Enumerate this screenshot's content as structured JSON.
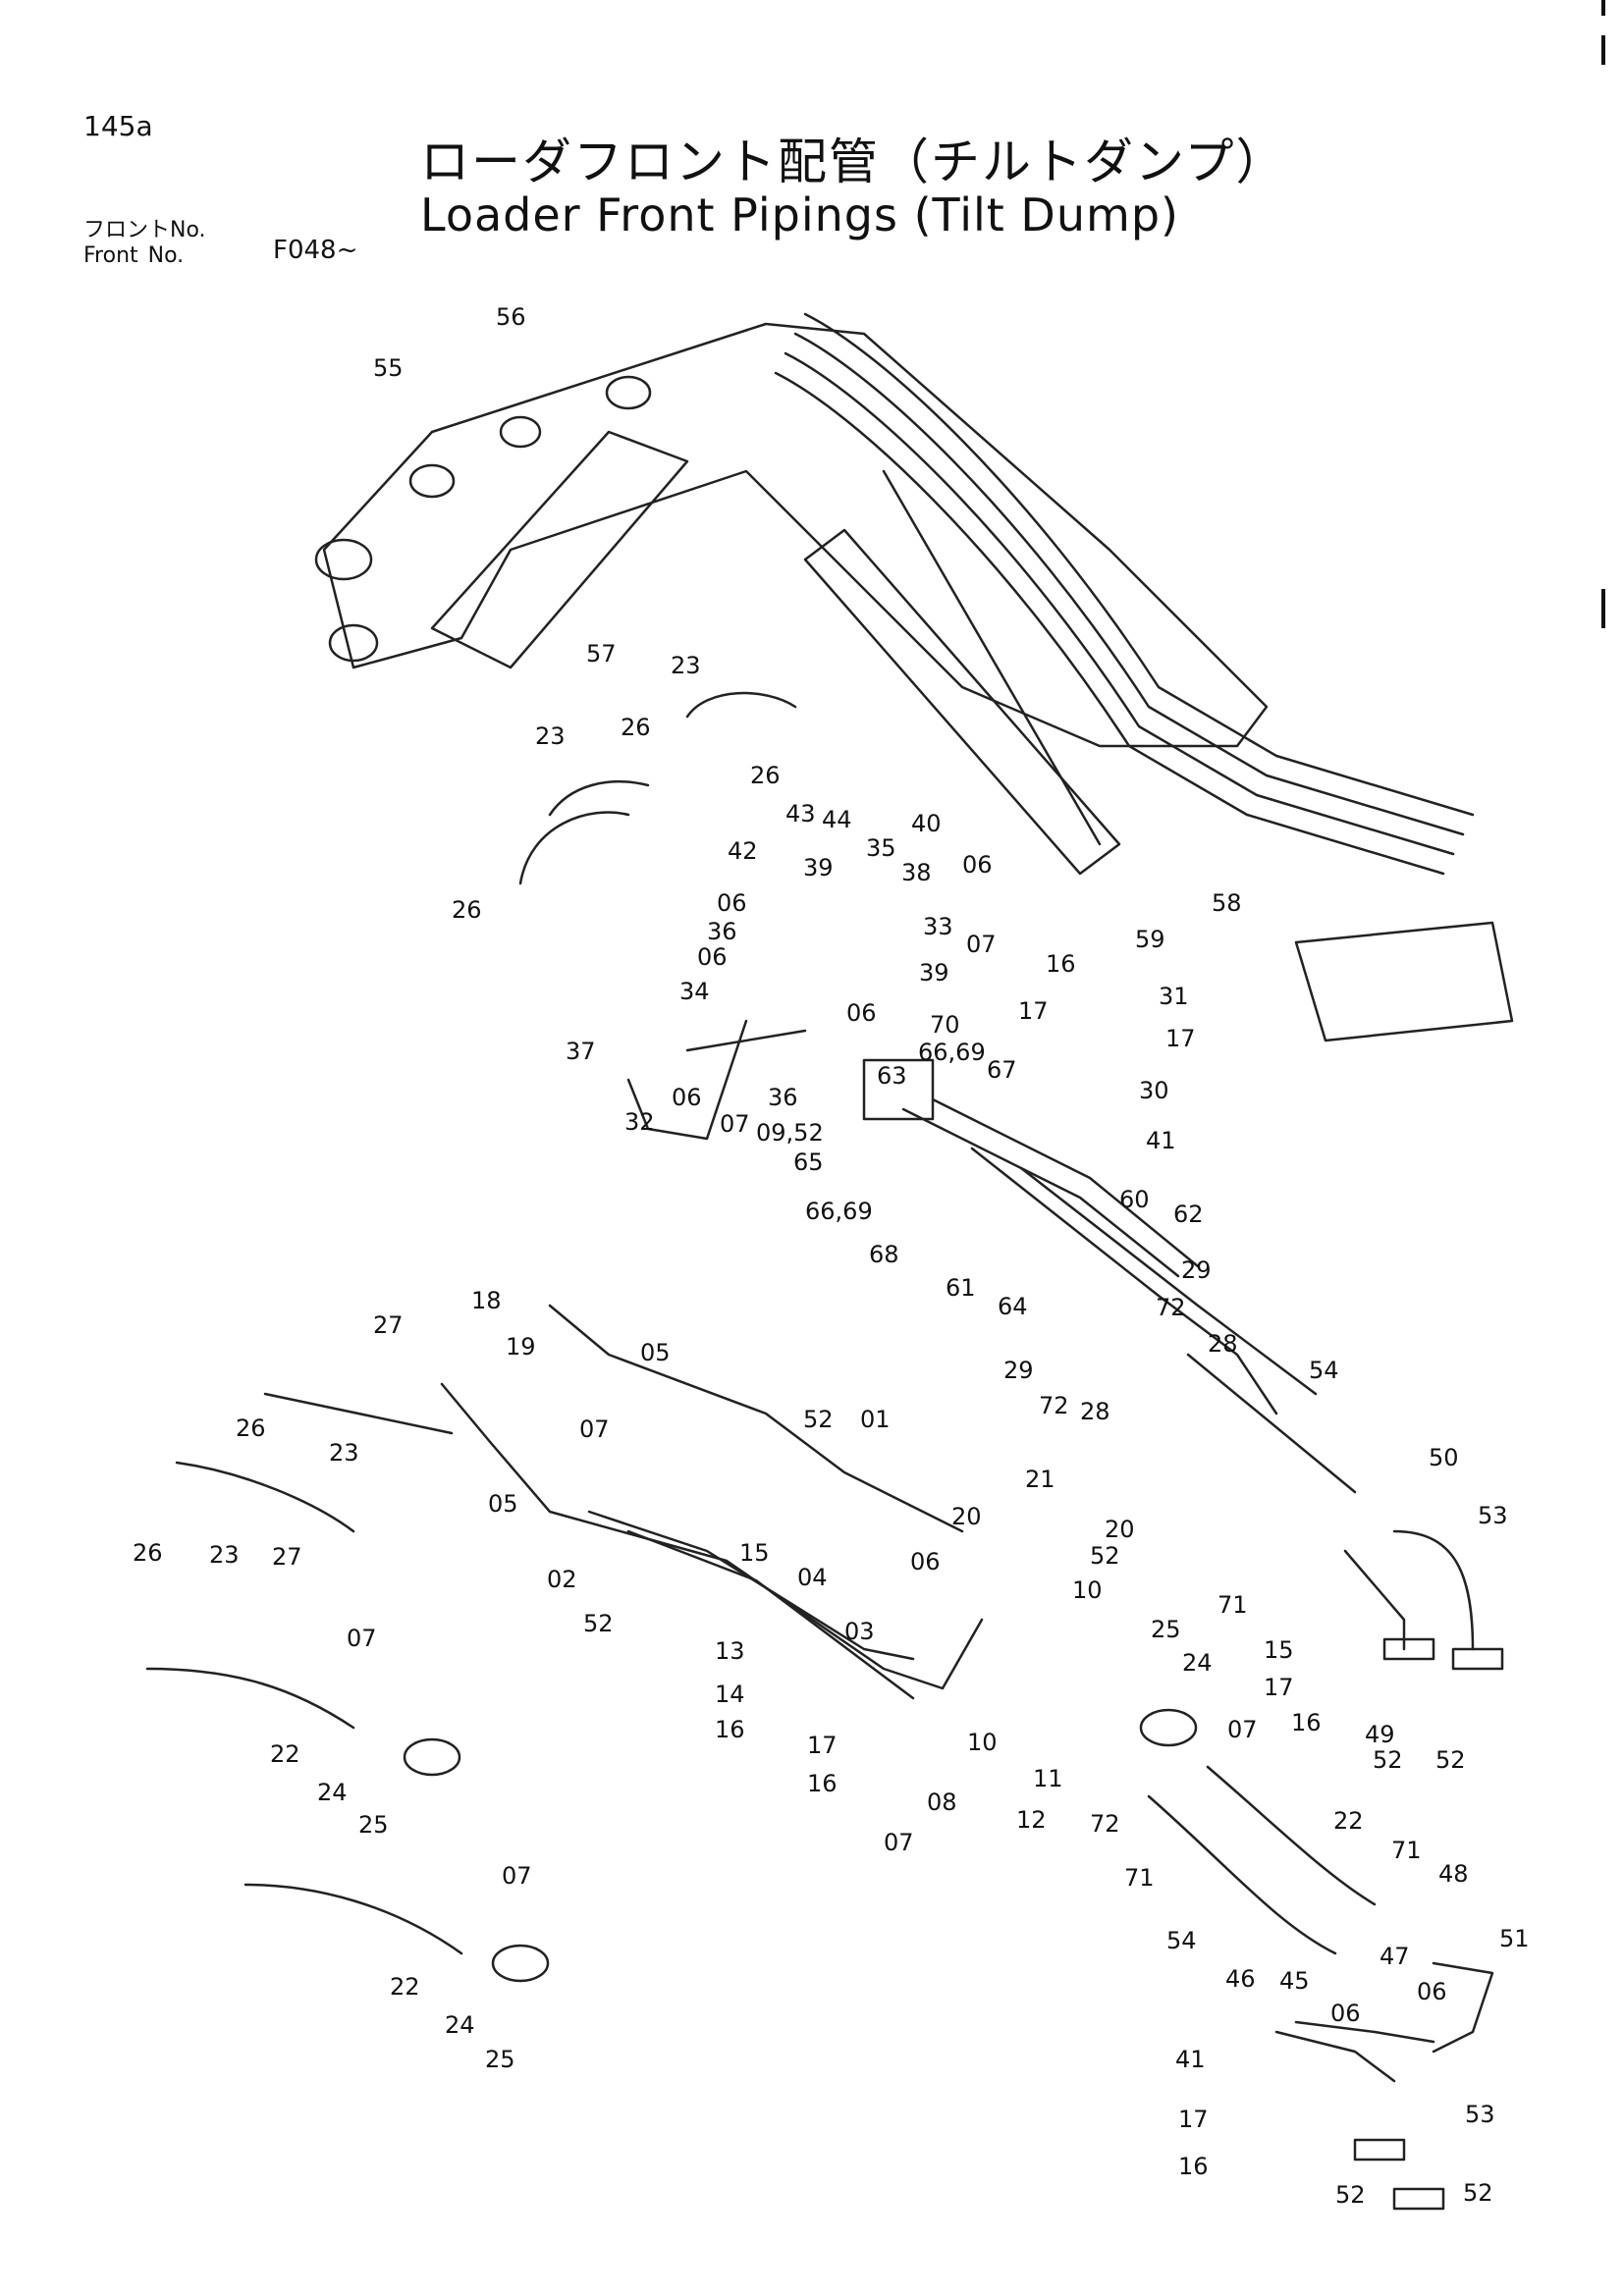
{
  "page_number": "145a",
  "title_jp": "ローダフロント配管（チルトダンプ）",
  "title_en": "Loader Front Pipings (Tilt Dump)",
  "front_no": {
    "jp_label": "フロントNo.",
    "en_label_1": "Front",
    "en_label_2": "No.",
    "serial": "F048~"
  },
  "callouts": [
    "55",
    "56",
    "57",
    "23",
    "26",
    "23",
    "26",
    "26",
    "43",
    "44",
    "40",
    "35",
    "42",
    "39",
    "38",
    "06",
    "06",
    "33",
    "36",
    "07",
    "06",
    "39",
    "34",
    "06",
    "37",
    "32",
    "06",
    "07",
    "36",
    "09,52",
    "65",
    "16",
    "31",
    "17",
    "17",
    "30",
    "70",
    "66,69",
    "67",
    "63",
    "41",
    "66,69",
    "68",
    "60",
    "62",
    "61",
    "64",
    "29",
    "72",
    "29",
    "72",
    "28",
    "28",
    "54",
    "50",
    "53",
    "59",
    "58",
    "27",
    "26",
    "23",
    "26",
    "23",
    "27",
    "18",
    "19",
    "05",
    "07",
    "05",
    "02",
    "52",
    "01",
    "52",
    "15",
    "21",
    "20",
    "20",
    "52",
    "06",
    "10",
    "03",
    "04",
    "13",
    "14",
    "16",
    "17",
    "16",
    "08",
    "07",
    "10",
    "11",
    "12",
    "25",
    "24",
    "07",
    "15",
    "17",
    "16",
    "49",
    "52",
    "52",
    "71",
    "07",
    "22",
    "24",
    "25",
    "72",
    "71",
    "22",
    "71",
    "48",
    "07",
    "22",
    "24",
    "25",
    "54",
    "46",
    "45",
    "47",
    "06",
    "06",
    "51",
    "41",
    "17",
    "16",
    "52",
    "53",
    "52"
  ]
}
